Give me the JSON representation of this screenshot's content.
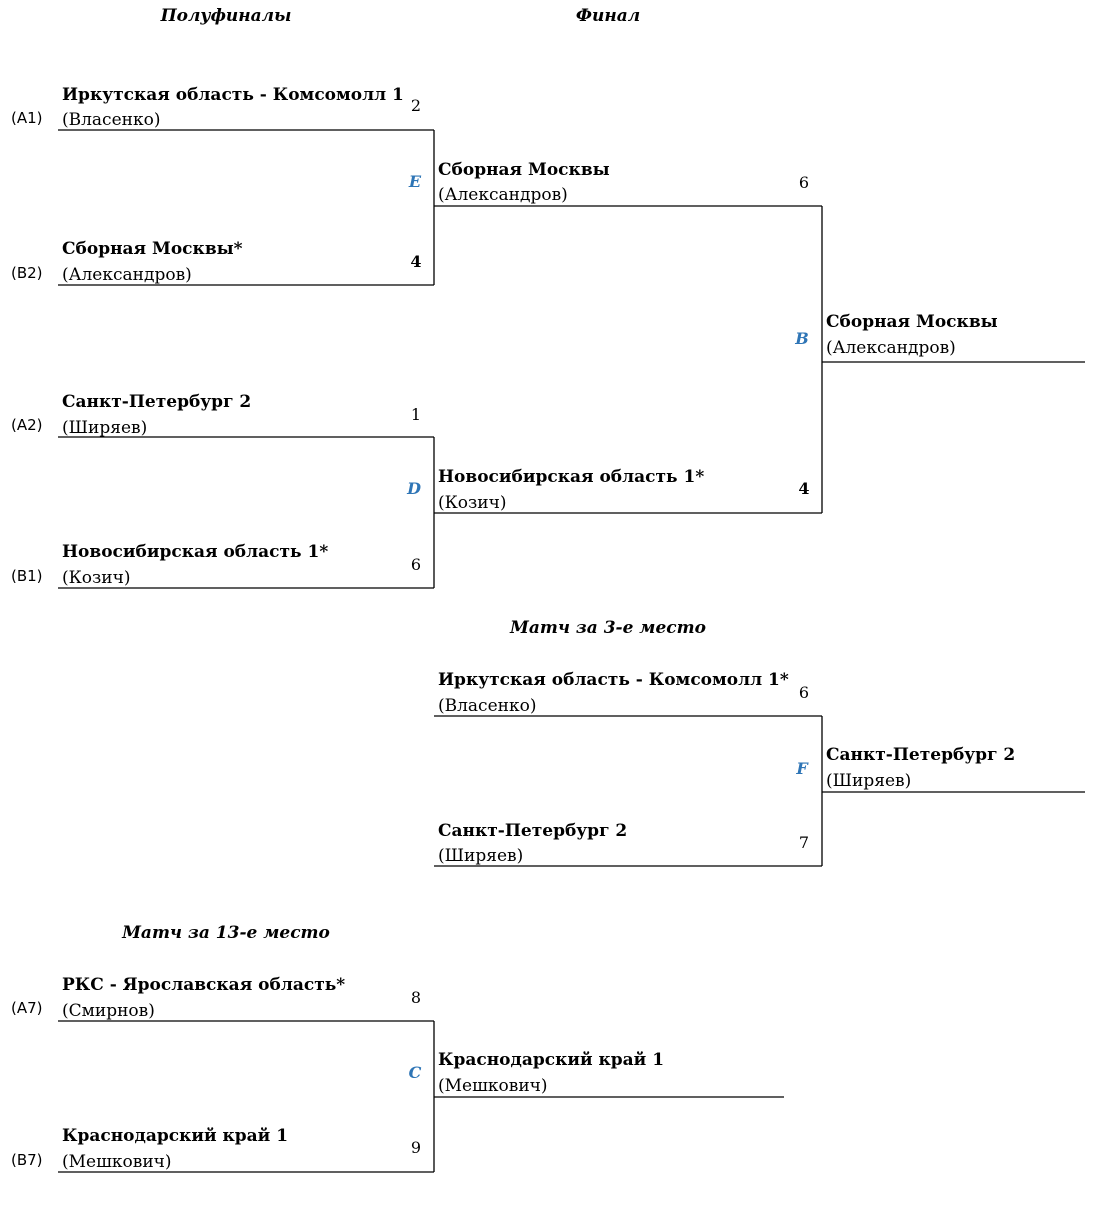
{
  "headers": {
    "semifinals": "Полуфиналы",
    "final": "Финал",
    "third_place": "Матч за 3-е место",
    "thirteenth_place": "Матч за 13-е место"
  },
  "colors": {
    "match_label": "#2e75b6",
    "line": "#000000"
  },
  "semifinals": [
    {
      "match": "E",
      "top": {
        "seed": "(A1)",
        "team": "Иркутская область - Комсомолл 1",
        "coach": "(Власенко)",
        "score": "2"
      },
      "bottom": {
        "seed": "(B2)",
        "team": "Сборная Москвы*",
        "coach": "(Александров)",
        "score": "4"
      }
    },
    {
      "match": "D",
      "top": {
        "seed": "(A2)",
        "team": "Санкт-Петербург 2",
        "coach": "(Ширяев)",
        "score": "1"
      },
      "bottom": {
        "seed": "(B1)",
        "team": "Новосибирская область 1*",
        "coach": "(Козич)",
        "score": "6"
      }
    }
  ],
  "final": {
    "match": "B",
    "top": {
      "team": "Сборная Москвы",
      "coach": "(Александров)",
      "score": "6"
    },
    "bottom": {
      "team": "Новосибирская область 1*",
      "coach": "(Козич)",
      "score": "4"
    },
    "winner": {
      "team": "Сборная Москвы",
      "coach": "(Александров)"
    }
  },
  "third_place": {
    "match": "F",
    "top": {
      "team": "Иркутская область - Комсомолл 1*",
      "coach": "(Власенко)",
      "score": "6"
    },
    "bottom": {
      "team": "Санкт-Петербург 2",
      "coach": "(Ширяев)",
      "score": "7"
    },
    "winner": {
      "team": "Санкт-Петербург 2",
      "coach": "(Ширяев)"
    }
  },
  "thirteenth_place": {
    "match": "C",
    "top": {
      "seed": "(A7)",
      "team": "РКС - Ярославская область*",
      "coach": "(Смирнов)",
      "score": "8"
    },
    "bottom": {
      "seed": "(B7)",
      "team": "Краснодарский край 1",
      "coach": "(Мешкович)",
      "score": "9"
    },
    "winner": {
      "team": "Краснодарский край 1",
      "coach": "(Мешкович)"
    }
  }
}
